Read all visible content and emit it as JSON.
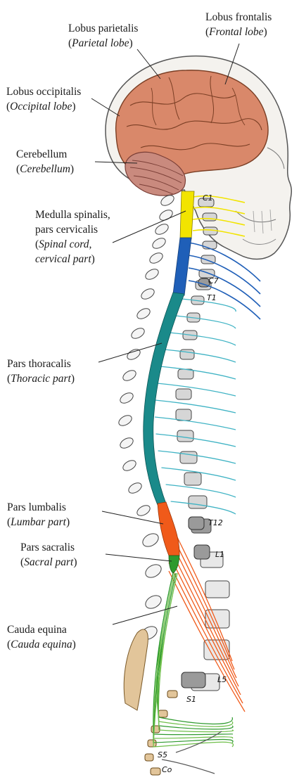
{
  "labels": {
    "frontal": {
      "latin": "Lobus frontalis",
      "english": "Frontal lobe"
    },
    "parietal": {
      "latin": "Lobus parietalis",
      "english": "Parietal lobe"
    },
    "occipital": {
      "latin": "Lobus occipitalis",
      "english": "Occipital lobe"
    },
    "cerebellum": {
      "latin": "Cerebellum",
      "english": "Cerebellum"
    },
    "cervical": {
      "latin1": "Medulla spinalis,",
      "latin2": "pars cervicalis",
      "english1": "Spinal cord,",
      "english2": "cervical part"
    },
    "thoracic": {
      "latin": "Pars thoracalis",
      "english": "Thoracic part"
    },
    "lumbar": {
      "latin": "Pars lumbalis",
      "english": "Lumbar part"
    },
    "sacral": {
      "latin": "Pars sacralis",
      "english": "Sacral part"
    },
    "cauda": {
      "latin": "Cauda equina",
      "english": "Cauda equina"
    }
  },
  "vertebra_labels": {
    "c1": "C1",
    "c7": "C7",
    "t1": "T1",
    "t12": "T12",
    "l1": "L1",
    "l5": "L5",
    "s1": "S1",
    "s5": "S5",
    "co": "Co"
  },
  "colors": {
    "cervical_upper": "#f2e400",
    "cervical_lower": "#1f5fb8",
    "thoracic": "#1a8a8a",
    "thoracic_nerves": "#3fb3c4",
    "lumbar": "#f05a1a",
    "sacral": "#2e9a2e",
    "cauda_nerves": "#6fbf4a",
    "brain": "#d9886a",
    "cerebellum_fill": "#c98a7e",
    "skull_outline": "#555555",
    "vertebra_fill": "#e8e8e8"
  }
}
